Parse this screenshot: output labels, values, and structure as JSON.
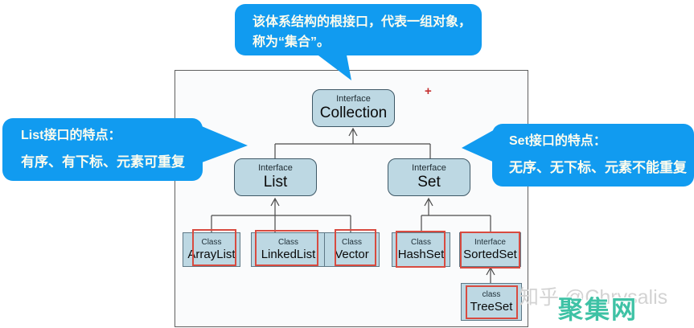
{
  "callouts": {
    "top": {
      "line1": "该体系结构的根接口，代表一组对象，",
      "line2": "称为“集合”。"
    },
    "left": {
      "title": "List接口的特点：",
      "body": "有序、有下标、元素可重复"
    },
    "right": {
      "title": "Set接口的特点：",
      "body": "无序、无下标、元素不能重复"
    }
  },
  "nodes": {
    "collection": {
      "stereotype": "Interface",
      "name": "Collection"
    },
    "list": {
      "stereotype": "Interface",
      "name": "List"
    },
    "set": {
      "stereotype": "Interface",
      "name": "Set"
    },
    "arraylist": {
      "stereotype": "Class",
      "name": "ArrayList"
    },
    "linkedlist": {
      "stereotype": "Class",
      "name": "LinkedList"
    },
    "vector": {
      "stereotype": "Class",
      "name": "Vector"
    },
    "hashset": {
      "stereotype": "Class",
      "name": "HashSet"
    },
    "sortedset": {
      "stereotype": "Interface",
      "name": "SortedSet"
    },
    "treeset": {
      "stereotype": "class",
      "name": "TreeSet"
    }
  },
  "annotations": {
    "plus_mark": "+"
  },
  "watermarks": {
    "zhihu": "知乎 @Chrysalis",
    "site": "聚集网"
  },
  "colors": {
    "callout_blue": "#119BF0",
    "callout_text": "#FDFCEE",
    "node_fill": "#BDD8E3",
    "node_border": "#3E5866",
    "cnode_border": "#5E7886",
    "line_color": "#4A4A4A",
    "highlight_red": "#D84B40",
    "frame_border": "#606060",
    "plus_red": "#C53030",
    "watermark_gray": "#D3D3D3",
    "watermark_teal": "#3EC2A5"
  }
}
